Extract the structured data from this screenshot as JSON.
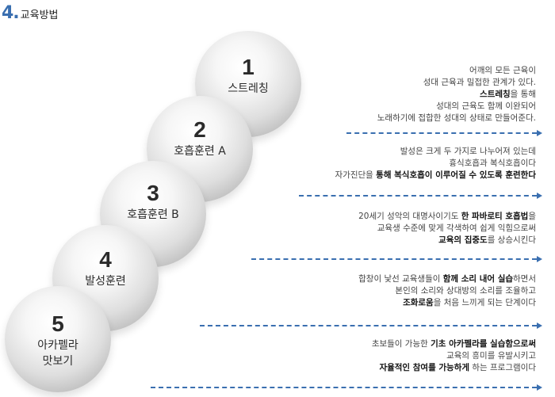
{
  "header": {
    "number": "4.",
    "title": "교육방법"
  },
  "steps": [
    {
      "num": "1",
      "label": "스트레칭"
    },
    {
      "num": "2",
      "label": "호흡훈련 A"
    },
    {
      "num": "3",
      "label": "호흡훈련 B"
    },
    {
      "num": "4",
      "label": "발성훈련"
    },
    {
      "num": "5",
      "label_line1": "아카펠라",
      "label_line2": "맛보기"
    }
  ],
  "descriptions": [
    {
      "line1": "어깨의 모든 근육이",
      "line2": "성대 근육과 밀접한 관계가 있다.",
      "line3_bold": "스트레칭",
      "line3_rest": "을 통해",
      "line4": "성대의 근육도 함께 이완되어",
      "line5": "노래하기에 접합한 성대의 상태로 만들어준다."
    },
    {
      "line1": "발성은 크게 두 가지로 나누어져 있는데",
      "line2": "흉식호흡과 복식호흡이다",
      "line3_pre": "자가진단을 ",
      "line3_bold": "통해 복식호흡이 이루어질 수 있도록 훈련한다"
    },
    {
      "line1_pre": "20세기 성악의 대명사이기도 ",
      "line1_bold": "한 파바로티 호흡법",
      "line1_rest": "을",
      "line2": "교육생 수준에 맞게 각색하여 쉽게 익힘으로써",
      "line3_bold1": "교육의 ",
      "line3_bold2": "집중도",
      "line3_rest": "를 상승시킨다"
    },
    {
      "line1_pre": "합창이 낯선 교육생들이 ",
      "line1_bold": "함께 소리 내어 실습",
      "line1_rest": "하면서",
      "line2": "본인의 소리와 상대방의 소리를 조율하고",
      "line3_bold": "조화로움",
      "line3_rest": "을 처음 느끼게 되는 단계이다"
    },
    {
      "line1_pre": "초보들이 가능한 ",
      "line1_bold": "기초 아카펠라를 실습함으로써",
      "line2": "교육의 흥미를 유발시키고",
      "line3_bold": "자율적인 참여를 가능하게",
      "line3_rest": " 하는 프로그램이다"
    }
  ],
  "colors": {
    "accent": "#3a6fb0",
    "ball_light": "#ffffff",
    "ball_dark": "#a8a8a8"
  }
}
